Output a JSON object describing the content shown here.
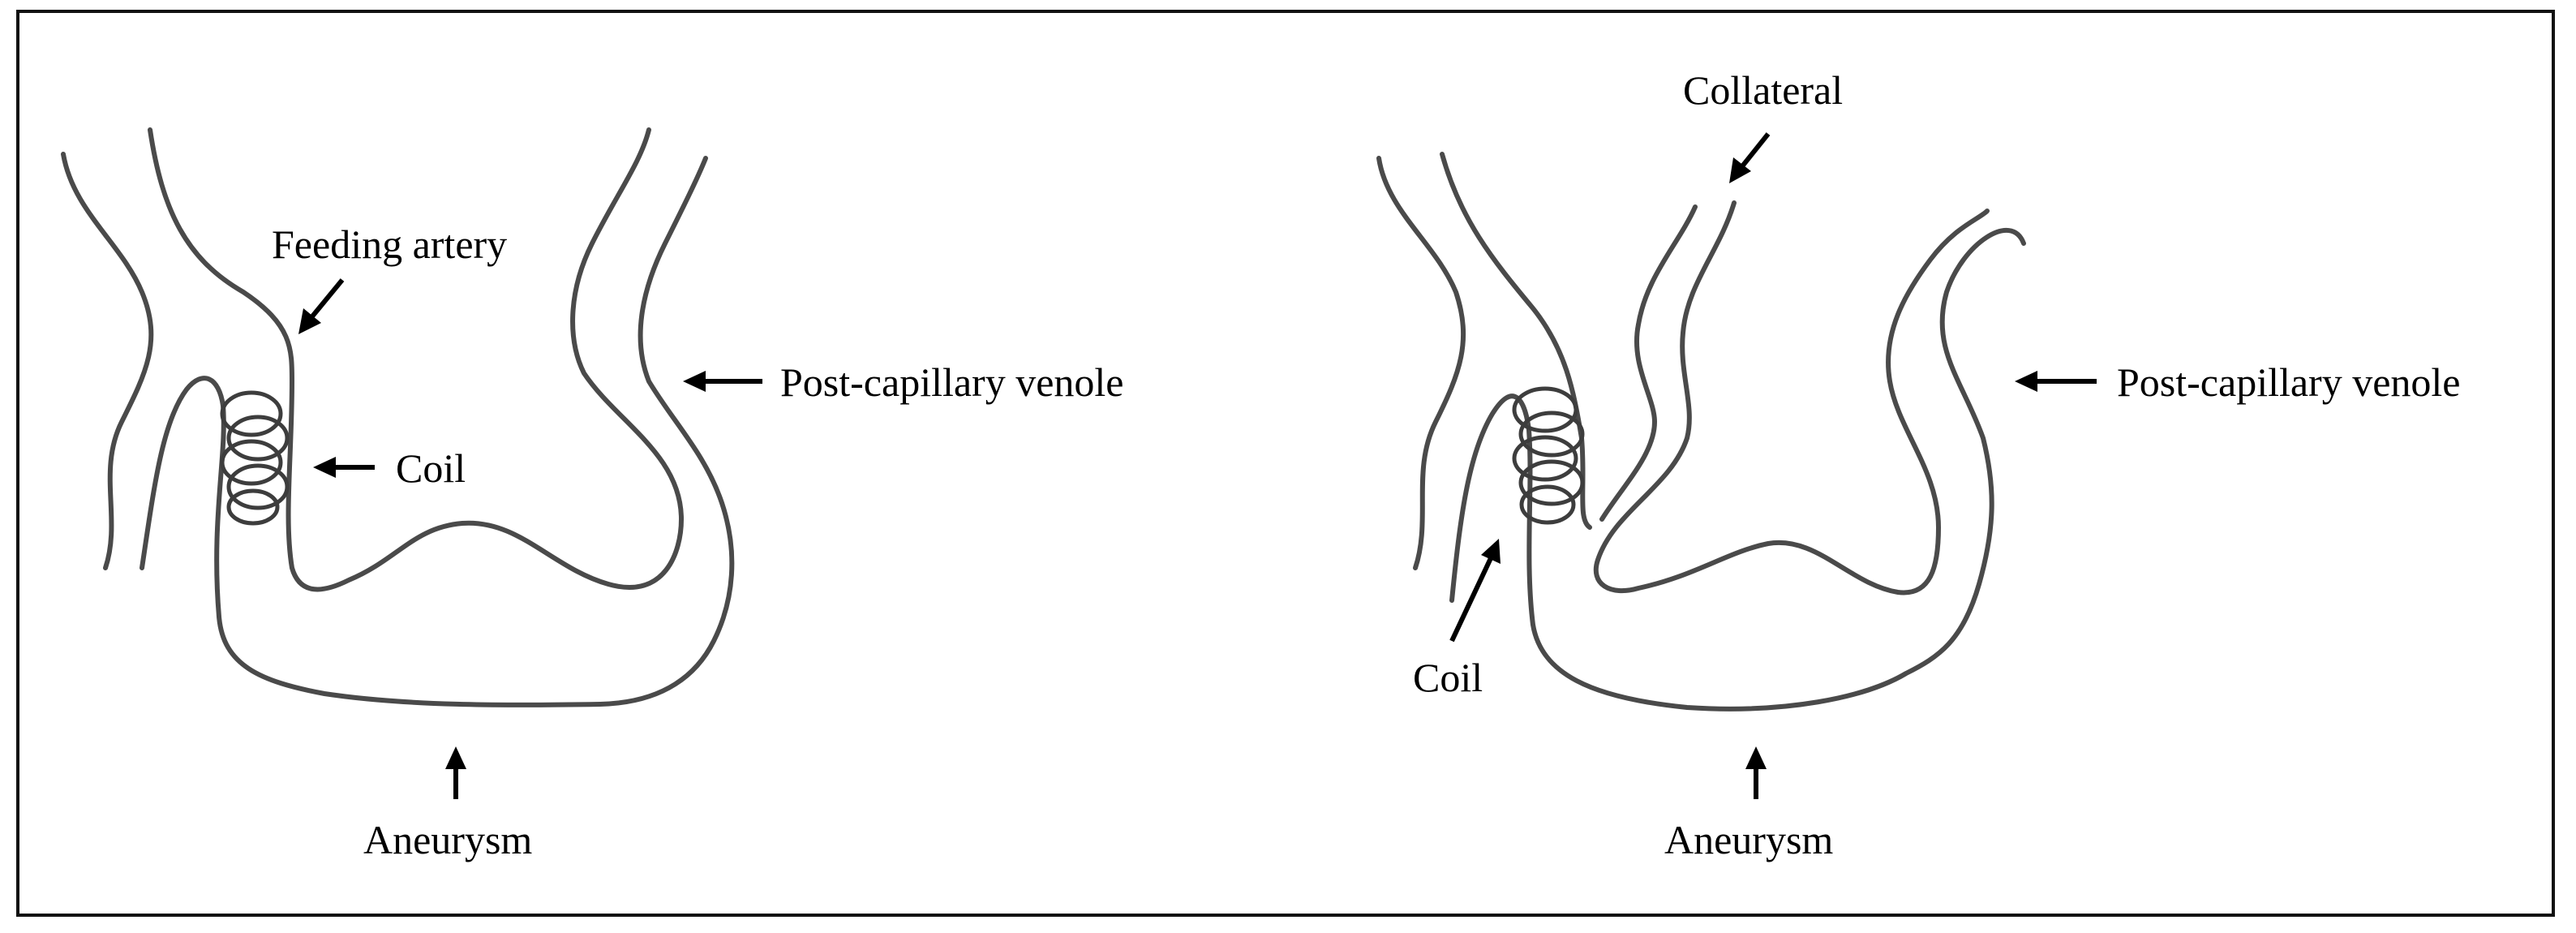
{
  "colors": {
    "vessel_stroke": "#4a4a4a",
    "arrow": "#000000",
    "border": "#111111"
  },
  "panels": [
    {
      "labels": {
        "feeding_artery": "Feeding artery",
        "coil": "Coil",
        "post_capillary_venole": "Post-capillary venole",
        "aneurysm": "Aneurysm"
      }
    },
    {
      "labels": {
        "collateral": "Collateral",
        "coil": "Coil",
        "post_capillary_venole": "Post-capillary venole",
        "aneurysm": "Aneurysm"
      }
    }
  ]
}
